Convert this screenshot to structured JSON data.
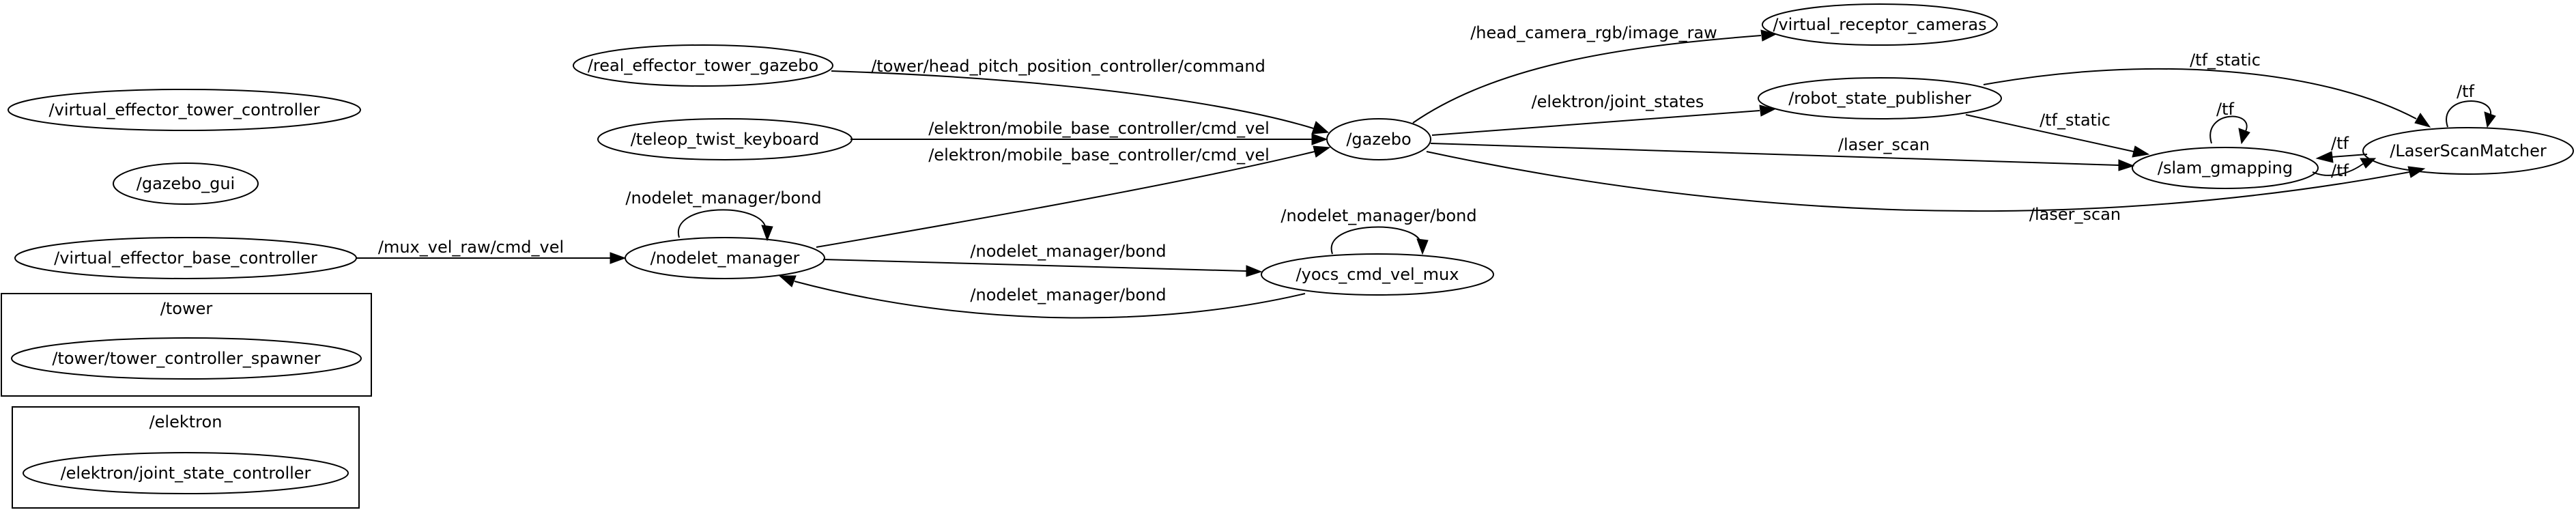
{
  "clusters": {
    "tower": {
      "label": "/tower"
    },
    "elektron": {
      "label": "/elektron"
    }
  },
  "nodes": {
    "virtual_effector_tower_controller": "/virtual_effector_tower_controller",
    "gazebo_gui": "/gazebo_gui",
    "virtual_effector_base_controller": "/virtual_effector_base_controller",
    "tower_controller_spawner": "/tower/tower_controller_spawner",
    "joint_state_controller": "/elektron/joint_state_controller",
    "real_effector_tower_gazebo": "/real_effector_tower_gazebo",
    "teleop_twist_keyboard": "/teleop_twist_keyboard",
    "nodelet_manager": "/nodelet_manager",
    "gazebo": "/gazebo",
    "yocs_cmd_vel_mux": "/yocs_cmd_vel_mux",
    "virtual_receptor_cameras": "/virtual_receptor_cameras",
    "robot_state_publisher": "/robot_state_publisher",
    "slam_gmapping": "/slam_gmapping",
    "laser_scan_matcher": "/LaserScanMatcher"
  },
  "edges": {
    "head_pitch_command": "/tower/head_pitch_position_controller/command",
    "teleop_cmd_vel": "/elektron/mobile_base_controller/cmd_vel",
    "nodelet_cmd_vel": "/elektron/mobile_base_controller/cmd_vel",
    "mux_vel_raw": "/mux_vel_raw/cmd_vel",
    "nodelet_bond_self": "/nodelet_manager/bond",
    "nodelet_bond_to_mux": "/nodelet_manager/bond",
    "nodelet_bond_from_mux": "/nodelet_manager/bond",
    "mux_bond_self": "/nodelet_manager/bond",
    "head_camera": "/head_camera_rgb/image_raw",
    "joint_states": "/elektron/joint_states",
    "laser_scan_slam": "/laser_scan",
    "laser_scan_matcher": "/laser_scan",
    "tf_static_slam": "/tf_static",
    "tf_static_lsm": "/tf_static",
    "tf_slam_self": "/tf",
    "tf_lsm_self": "/tf",
    "tf_lsm_to_slam": "/tf",
    "tf_slam_to_lsm": "/tf"
  }
}
